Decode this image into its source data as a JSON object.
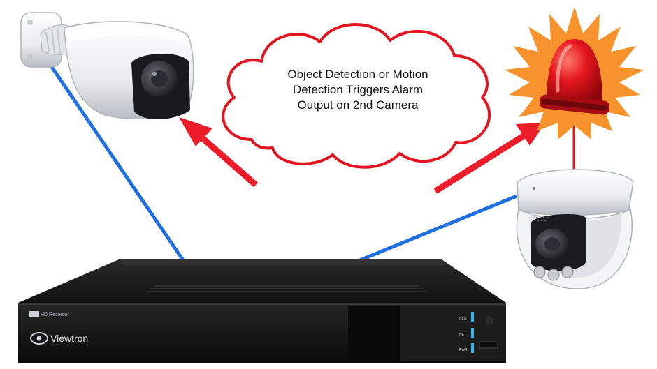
{
  "cloud": {
    "lines": [
      "Object Detection or Motion",
      "Detection Triggers Alarm",
      "Output on 2nd Camera"
    ]
  },
  "nvr": {
    "badge": "HD Recorder",
    "brand": "Viewtron",
    "led_labels": [
      "REC",
      "NET",
      "PWR"
    ]
  },
  "colors": {
    "cable": "#1f6fe0",
    "arrow": "#ec1c2b",
    "cloud_outline": "#e2141f",
    "beacon": "#e4161d",
    "burst": "#f7922d",
    "led": "#35b6ee",
    "nvr_body": "#151515"
  },
  "icons": [
    "bullet-camera-icon",
    "dome-camera-icon",
    "alarm-beacon-icon",
    "nvr-recorder-icon",
    "viewtron-logo-icon"
  ]
}
